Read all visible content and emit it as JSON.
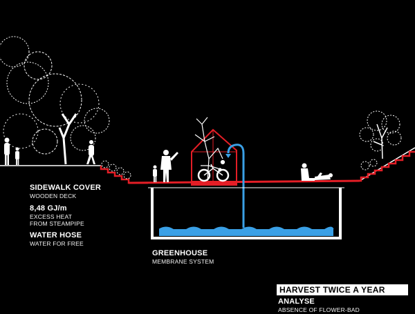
{
  "labels": {
    "sidewalk_cover": {
      "title": "SIDEWALK COVER",
      "subtitle": "WOODEN DECK"
    },
    "heat": {
      "title": "8,48 GJ/m",
      "line1": "EXCESS HEAT",
      "line2": "FROM STEAMPIPE"
    },
    "water_hose": {
      "title": "WATER HOSE",
      "subtitle": "WATER FOR FREE"
    },
    "greenhouse": {
      "title": "GREENHOUSE",
      "subtitle": "MEMBRANE SYSTEM"
    }
  },
  "footer": {
    "banner": "HARVEST TWICE A YEAR",
    "title": "ANALYSE",
    "subtitle": "ABSENCE OF FLOWER-BAD"
  },
  "colors": {
    "background": "#000000",
    "accent_red": "#e41e26",
    "water_blue": "#3aa0e6",
    "line_white": "#ffffff"
  },
  "icons": [
    "tree-icon",
    "person-icon",
    "greenhouse-icon",
    "plant-icon",
    "bicycle-icon",
    "water-hose-icon",
    "water-tank-icon"
  ]
}
